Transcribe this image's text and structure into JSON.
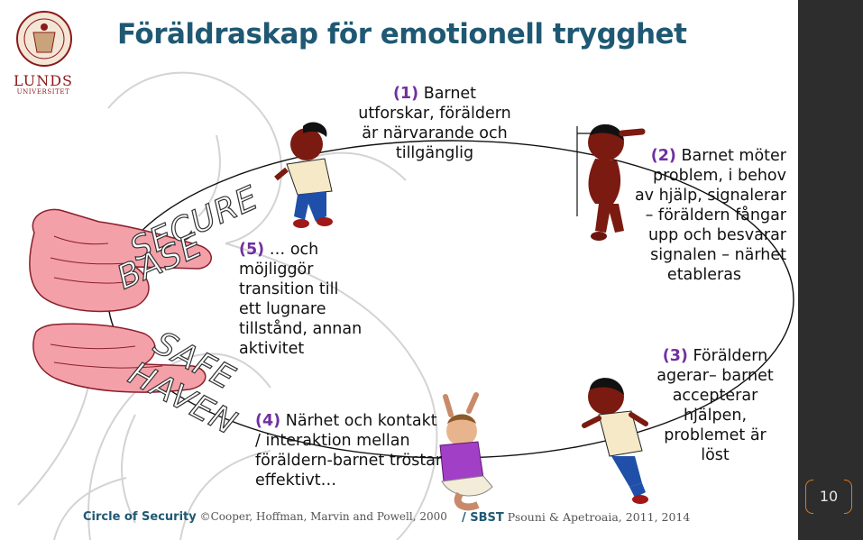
{
  "title": "Föräldraskap för emotionell trygghet",
  "logo": {
    "name": "LUNDS",
    "subtitle": "UNIVERSITET"
  },
  "steps": [
    {
      "num": "(1)",
      "lines": [
        "Barnet",
        "utforskar, föräldern",
        "är närvarande och",
        "tillgänglig"
      ]
    },
    {
      "num": "(2)",
      "lines": [
        "Barnet möter",
        "problem, i behov",
        "av hjälp, signalerar",
        "– föräldern fångar",
        "upp och besvarar",
        "signalen – närhet",
        "etableras"
      ]
    },
    {
      "num": "(3)",
      "lines": [
        "Föräldern",
        "agerar– barnet",
        "accepterar",
        "hjälpen,",
        "problemet är",
        "löst"
      ]
    },
    {
      "num": "(4)",
      "lines": [
        "Närhet och kontakt",
        "/ interaktion mellan",
        "föräldern-barnet tröstar",
        "effektivt…"
      ]
    },
    {
      "num": "(5)",
      "lines": [
        "… och",
        "möjliggör",
        "transition till",
        "ett lugnare",
        "tillstånd, annan",
        "aktivitet"
      ]
    }
  ],
  "hand_labels": {
    "top": [
      "SECURE",
      "BASE"
    ],
    "bottom": [
      "SAFE",
      "HAVEN"
    ]
  },
  "footer": {
    "left_bold": "Circle of Security",
    "left_text": "©Cooper, Hoffman, Marvin and Powell, 2000",
    "right_bold": "/ SBST",
    "right_text": "Psouni & Apetroaia, 2011, 2014"
  },
  "slide_number": "10",
  "colors": {
    "title": "#1f5873",
    "step_number": "#7030a0",
    "hand": "#f4a0a8",
    "child_shirt": "#f5e9c8",
    "child_pants": "#1f4fa8",
    "child_skin": "#7a1a10",
    "sidebar": "#2d2d2d",
    "slide_number_bracket": "#e07a1f"
  }
}
